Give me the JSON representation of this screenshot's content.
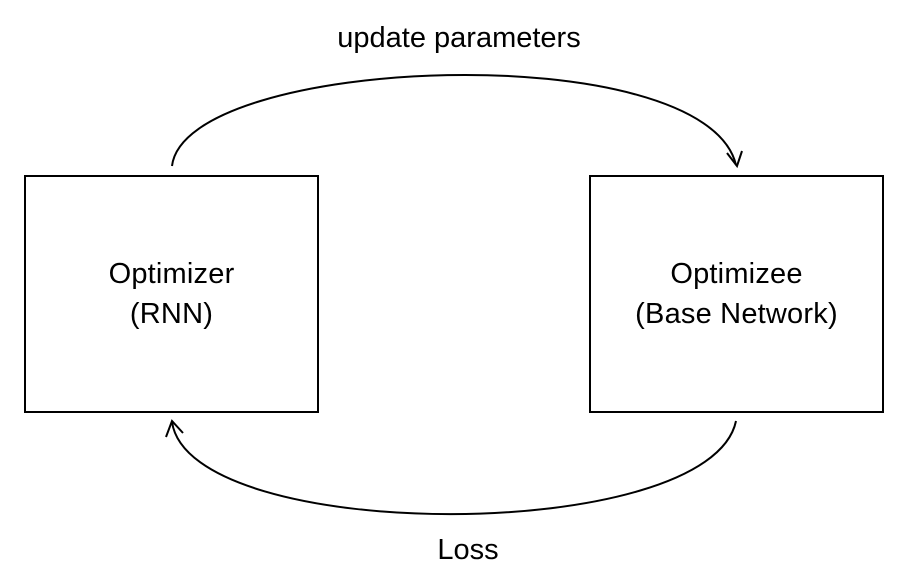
{
  "nodes": {
    "optimizer": {
      "title": "Optimizer",
      "subtitle": "(RNN)"
    },
    "optimizee": {
      "title": "Optimizee",
      "subtitle": "(Base Network)"
    }
  },
  "edges": {
    "top": {
      "label": "update parameters",
      "from": "optimizer",
      "to": "optimizee"
    },
    "bottom": {
      "label": "Loss",
      "from": "optimizee",
      "to": "optimizer"
    }
  },
  "colors": {
    "stroke": "#000000",
    "background": "#ffffff"
  }
}
